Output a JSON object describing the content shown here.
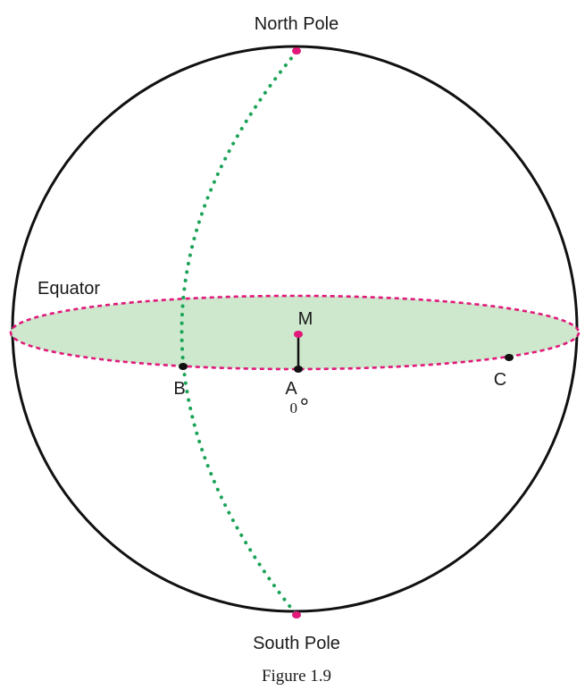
{
  "diagram": {
    "labels": {
      "north_pole": "North Pole",
      "south_pole": "South Pole",
      "equator": "Equator",
      "point_m": "M",
      "point_a": "A",
      "point_b": "B",
      "point_c": "C",
      "angle": "0",
      "angle_unit": "°"
    },
    "caption": "Figure 1.9",
    "colors": {
      "outline": "#111111",
      "equator_fill": "#cde8cc",
      "equator_stroke": "#e0197a",
      "meridian": "#1aa356",
      "pole_point": "#e0197a",
      "point": "#111111"
    }
  }
}
